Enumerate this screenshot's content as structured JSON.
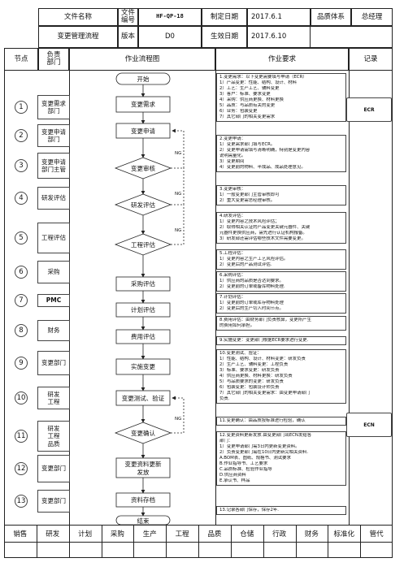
{
  "header": {
    "file_name_label": "文件名称",
    "file_no_label_1": "文件",
    "file_no_label_2": "编号",
    "file_no": "HF-QP-18",
    "date_label": "制定日期",
    "date_value": "2017.6.1",
    "system_label": "品质体系",
    "manager": "总经理",
    "title": "变更管理流程",
    "version_label": "版本",
    "version_value": "D0",
    "effective_label": "生效日期",
    "effective_value": "2017.6.10"
  },
  "columns": {
    "node": "节点",
    "dept_1": "负责",
    "dept_2": "部门",
    "flow": "作业流程图",
    "req": "作业要求",
    "record": "记录"
  },
  "nodes": [
    {
      "num": "1",
      "dept": [
        "变更需求",
        "部门"
      ]
    },
    {
      "num": "2",
      "dept": [
        "变更申请",
        "部门"
      ]
    },
    {
      "num": "3",
      "dept": [
        "变更申请",
        "部门主管"
      ]
    },
    {
      "num": "4",
      "dept": [
        "研发评估"
      ]
    },
    {
      "num": "5",
      "dept": [
        "工程评估"
      ]
    },
    {
      "num": "6",
      "dept": [
        "采购"
      ]
    },
    {
      "num": "7",
      "dept": [
        "PMC"
      ]
    },
    {
      "num": "8",
      "dept": [
        "财务"
      ]
    },
    {
      "num": "9",
      "dept": [
        "变更部门"
      ]
    },
    {
      "num": "10",
      "dept": [
        "研发",
        "工程"
      ]
    },
    {
      "num": "11",
      "dept": [
        "研发",
        "工程",
        "品质"
      ]
    },
    {
      "num": "12",
      "dept": [
        "变更部门"
      ]
    },
    {
      "num": "13",
      "dept": [
        "变更部门"
      ]
    }
  ],
  "flow": {
    "start": "开始",
    "s1": "变更需求",
    "s2": "变更申请",
    "s3": "变更审核",
    "s4": "研发评估",
    "s5": "工程评估",
    "s6": "采购评估",
    "s7": "计划评估",
    "s8": "费用评估",
    "s9": "实施变更",
    "s10": "变更测试、验证",
    "s11": "变更确认",
    "s12a": "变更资料更新",
    "s12b": "发放",
    "s13": "资料存档",
    "end": "结束",
    "ng": "NG"
  },
  "requirements": [
    [
      "1.变更需求：以下变更需要填写申请（ECR）",
      "1）产品变更：性能、结构、设计、材料",
      "2）工艺：生产工艺、辅料变更",
      "3）客户：标准、要求变更",
      "4）采购：供应商更换、材料更换",
      "5）品质：与品质有关的变更",
      "6）业务：包装变更",
      "7）其它部门的相关变更需求"
    ],
    [
      "2.变更申请：",
      "1）变更需求部门填写ECR。",
      "2）变更申请需填写清晰明确，特别是变更内容",
      "说明需量化。",
      "3）变更期间",
      "4）变更前的物料、半成品、成品处理意见。"
    ],
    [
      "3.变更审核：",
      "1）一般变更部门主管审核即可",
      "2）重大变更需总经理审核。"
    ],
    [
      "4.研发评估：",
      "1）变更内容之技术风险评估；",
      "2）取得相关认证的产品变更关键元器件、关键",
      "元器件更换供应商，需先进行认证机构报备。",
      "3）研发部还需评估哪些技术文件需要变更。"
    ],
    [
      "5.工程评估：",
      "1）变更内容之生产工艺风险评估。",
      "2）变更后的产品测试评估."
    ],
    [
      "6.采购评估：",
      "1）供应商的品质是否达到要求。",
      "2）变更前的订单或备库物料处理."
    ],
    [
      "7.计划评估：",
      "1）变更前的订单或库存物料处理",
      "2）变更后的生产切入时间节点。"
    ],
    [
      "8.费用评估：由财务部门负责核算，变更所产生",
      "的费用如何承担。"
    ],
    [
      "9.实施变更：变更部门根据ECR要求进行变更."
    ],
    [
      "10.变更测试、验证：",
      "1）性能、结构、设计、材料变更：研发负责",
      "2）生产工艺、辅料变更：工程负责",
      "3）标准、要求变更：研发负责",
      "4）供应商更换、材料更换：研发负责",
      "5）与品质要求的变更：研发负责",
      "6）包装变更：包装设计师负责",
      "7）其它部门的相关变更需求：由变更申请部门",
      "负责."
    ],
    [
      "11.变更确认：由品质按标准进行检验，确认"
    ],
    [
      "12.变更资料更新发放.由变更部门出ECN发给各",
      "部门：",
      "1）变更申请部门需3日内更新变更资料。",
      "2）负责变更部门需在10日内更新完相关资料.",
      "A.BOM表、图纸、规格书、测试要求",
      "B.作业指导书、工艺要求",
      "C.品质标准、检验作业指导",
      "D.供应商资料",
      "E.承认书、样品"
    ],
    [
      "13.记录各部门保存，保存2年."
    ]
  ],
  "records": {
    "ecr": "ECR",
    "ecn": "ECN"
  },
  "footer": [
    "销售",
    "研发",
    "计划",
    "采购",
    "生产",
    "工程",
    "品质",
    "仓储",
    "行政",
    "财务",
    "标准化",
    "管代"
  ]
}
